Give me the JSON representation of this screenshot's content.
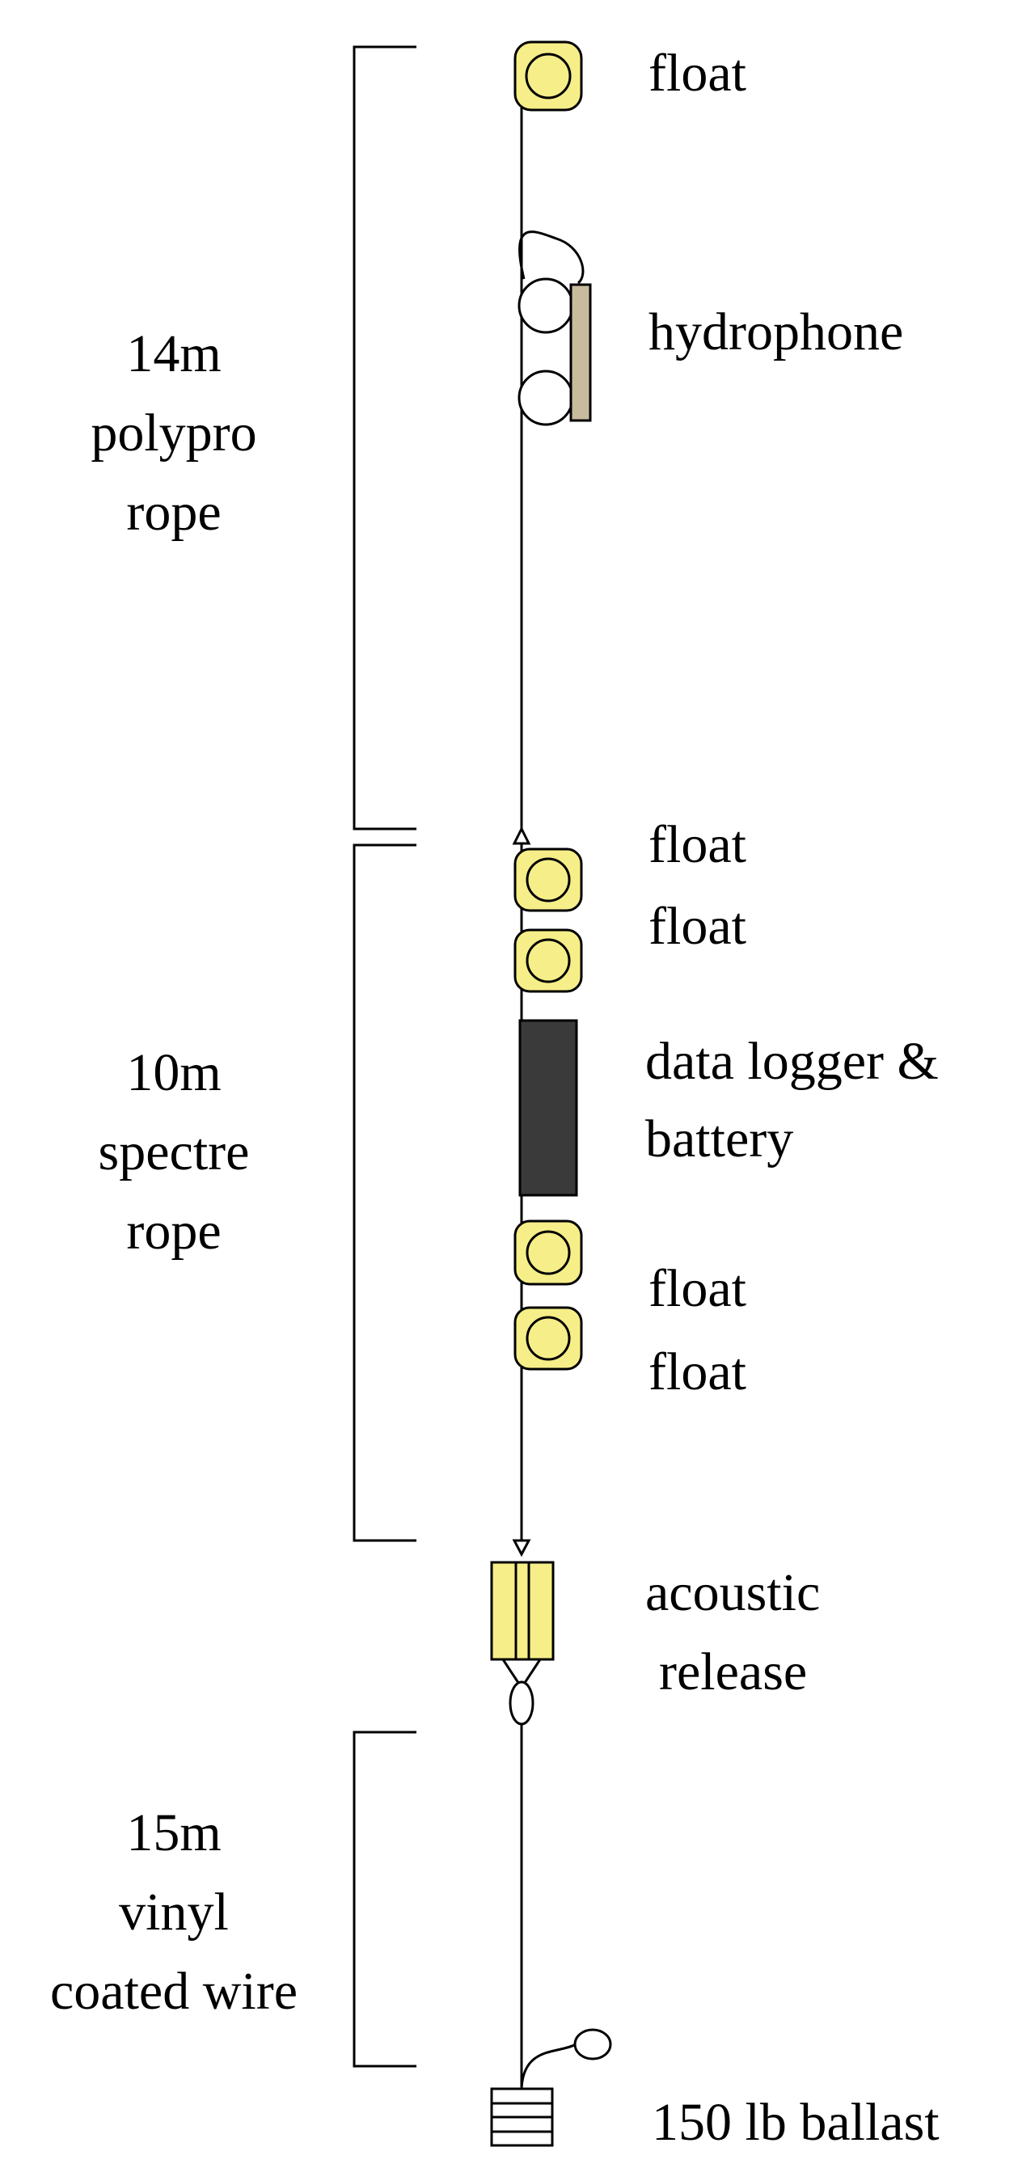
{
  "colors": {
    "float_fill": "#f6ee88",
    "hydrophone_body": "#c8bc9e",
    "logger_fill": "#3a3a3a",
    "release_fill": "#f6ee88",
    "line": "#000000",
    "background": "#ffffff"
  },
  "sections": [
    {
      "lines": [
        "14m",
        "polypro",
        "rope"
      ]
    },
    {
      "lines": [
        "10m",
        "spectre",
        "rope"
      ]
    },
    {
      "lines": [
        "15m",
        "vinyl",
        "coated wire"
      ]
    }
  ],
  "components": {
    "float_top": "float",
    "hydrophone": "hydrophone",
    "float_2": "float",
    "float_3": "float",
    "logger_line1": "data logger &",
    "logger_line2": "battery",
    "float_4": "float",
    "float_5": "float",
    "release_line1": "acoustic",
    "release_line2": "release",
    "ballast": "150 lb ballast"
  }
}
